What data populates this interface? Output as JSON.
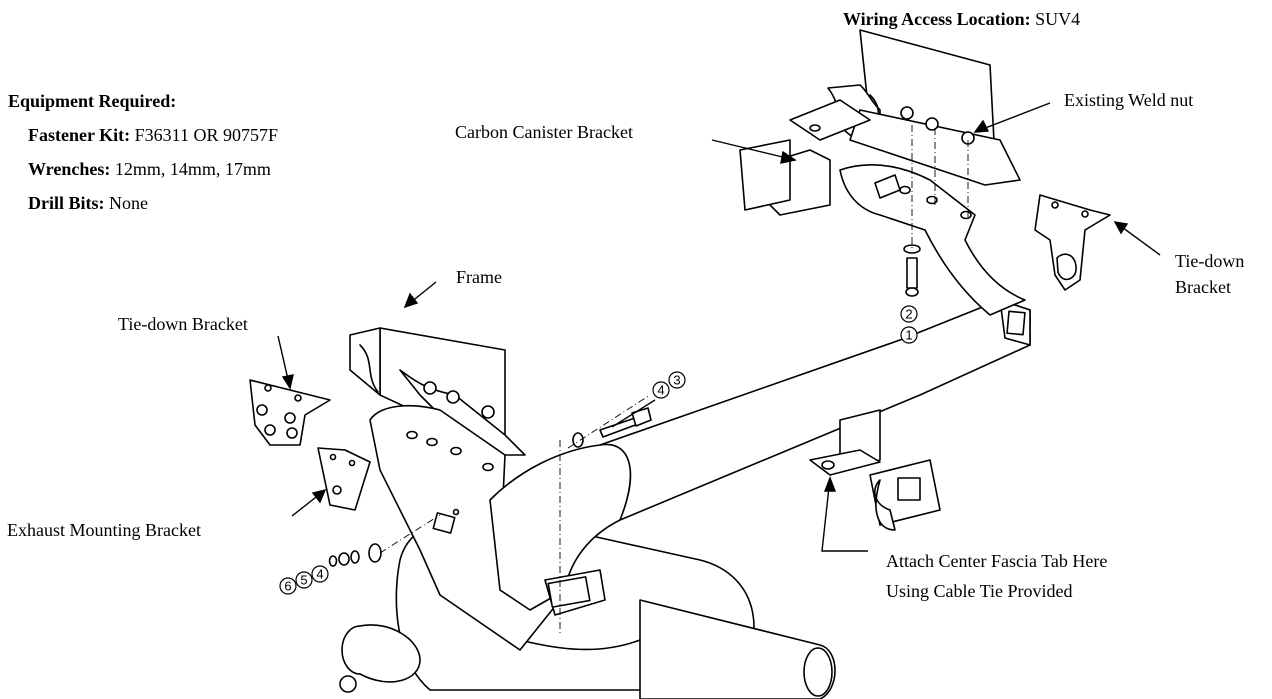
{
  "header": {
    "wiring_label": "Wiring Access Location:",
    "wiring_value": "SUV4"
  },
  "equipment": {
    "title": "Equipment Required:",
    "fastener_label": "Fastener Kit:",
    "fastener_value": "F36311 OR 90757F",
    "wrenches_label": "Wrenches:",
    "wrenches_value": "12mm, 14mm, 17mm",
    "drill_label": "Drill Bits:",
    "drill_value": "None"
  },
  "callouts": {
    "carbon_canister": "Carbon Canister Bracket",
    "existing_weld_nut": "Existing Weld nut",
    "tie_down_right_1": "Tie-down",
    "tie_down_right_2": "Bracket",
    "frame": "Frame",
    "tie_down_left": "Tie-down Bracket",
    "exhaust_bracket": "Exhaust Mounting Bracket",
    "fascia_1": "Attach Center Fascia Tab Here",
    "fascia_2": "Using Cable Tie Provided"
  },
  "part_numbers": {
    "p1": "1",
    "p2": "2",
    "p3": "3",
    "p4": "4",
    "p5": "5",
    "p6": "6"
  }
}
